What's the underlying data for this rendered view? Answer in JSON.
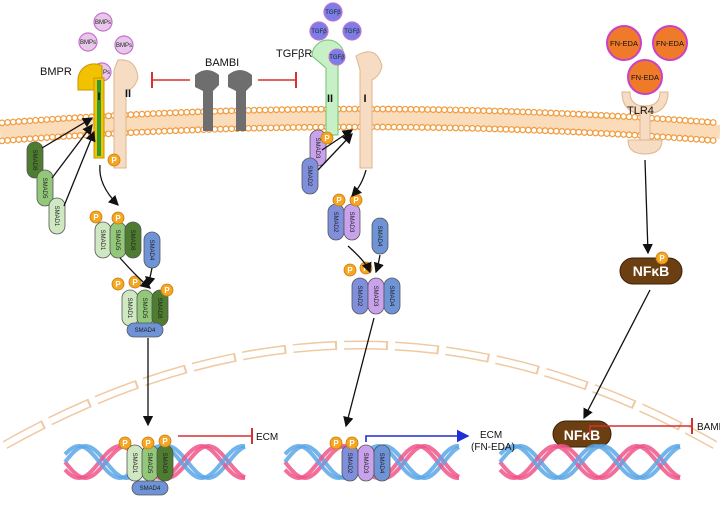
{
  "labels": {
    "bmpr": "BMPR",
    "bambi": "BAMBI",
    "tgfbr": "TGFβR",
    "tlr4": "TLR4",
    "receptor_i": "I",
    "receptor_ii": "II",
    "bmps": "BMPs",
    "tgfb": "TGFβ",
    "fn_eda": "FN-EDA",
    "nfkb": "NFκB",
    "phospho": "P",
    "ecm": "ECM",
    "ecm_fn_line1": "ECM",
    "ecm_fn_line2": "(FN-EDA)",
    "bambi_gene": "BAMBI"
  },
  "smads": {
    "s1": "SMAD1",
    "s4": "SMAD4",
    "s5": "SMAD5",
    "s8": "SMAD8",
    "s2": "SMAD2",
    "s3": "SMAD3"
  },
  "colors": {
    "membrane": "#f29a3a",
    "inhibit": "#d63030",
    "activate": "#1f2fd6",
    "phospho": "#f5a623",
    "fn_eda_fill": "#ee7a2a",
    "fn_eda_ring": "#c940c9",
    "nfkb": "#6b3f12",
    "bambi": "#6e6e6e",
    "dna_pink": "#f0558a",
    "dna_blue": "#5aa7e8",
    "nucleus": "#f0c9a2"
  }
}
